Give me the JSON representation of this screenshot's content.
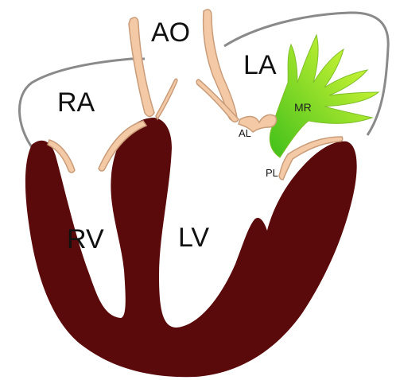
{
  "labels": {
    "ao": "AO",
    "la": "LA",
    "ra": "RA",
    "rv": "RV",
    "lv": "LV",
    "mr": "MR",
    "al": "AL",
    "pl": "PL"
  },
  "colors": {
    "myocardium": "#5a0a0a",
    "chamber_outline": "#8a8a8a",
    "valve_fill": "#f4c9a6",
    "valve_stroke": "#c99c7a",
    "regurgitation_light": "#e8ff3a",
    "regurgitation_dark": "#3fbf1a"
  }
}
